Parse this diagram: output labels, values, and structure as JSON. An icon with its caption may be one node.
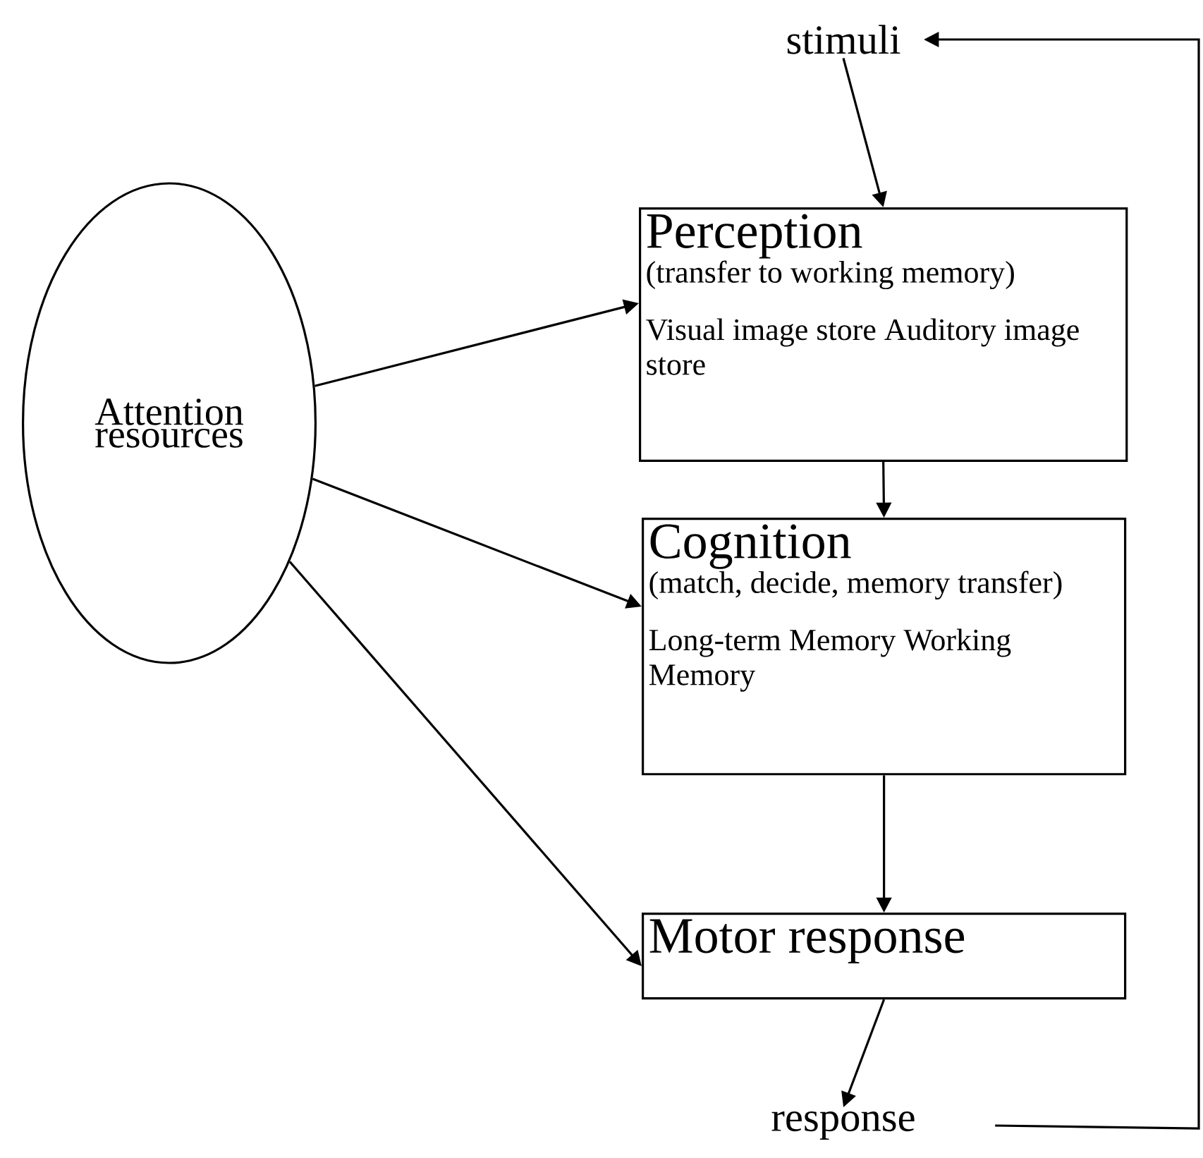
{
  "diagram": {
    "nodes": [
      {
        "text": [
          "stimuli"
        ]
      },
      {
        "text": [
          "Perception",
          "(transfer to working memory)",
          "Visual image store Auditory image store"
        ]
      },
      {
        "text": [
          "Cognition",
          "(match, decide, memory transfer)",
          "Long-term Memory Working Memory"
        ]
      },
      {
        "text": [
          "Motor response"
        ]
      },
      {
        "text": [
          "response"
        ]
      },
      {
        "text": [
          "Attention resources"
        ]
      }
    ],
    "edges": [
      {
        "from": 0,
        "to": 1,
        "arrow": "to"
      },
      {
        "from": 1,
        "to": 2,
        "arrow": "to"
      },
      {
        "from": 2,
        "to": 3,
        "arrow": "to"
      },
      {
        "from": 3,
        "to": 4,
        "arrow": "to"
      },
      {
        "from": 5,
        "to": 1,
        "arrow": "to"
      },
      {
        "from": 5,
        "to": 2,
        "arrow": "to"
      },
      {
        "from": 5,
        "to": 3,
        "arrow": "to"
      },
      {
        "from": 4,
        "to": 0,
        "arrow": "to"
      }
    ]
  }
}
